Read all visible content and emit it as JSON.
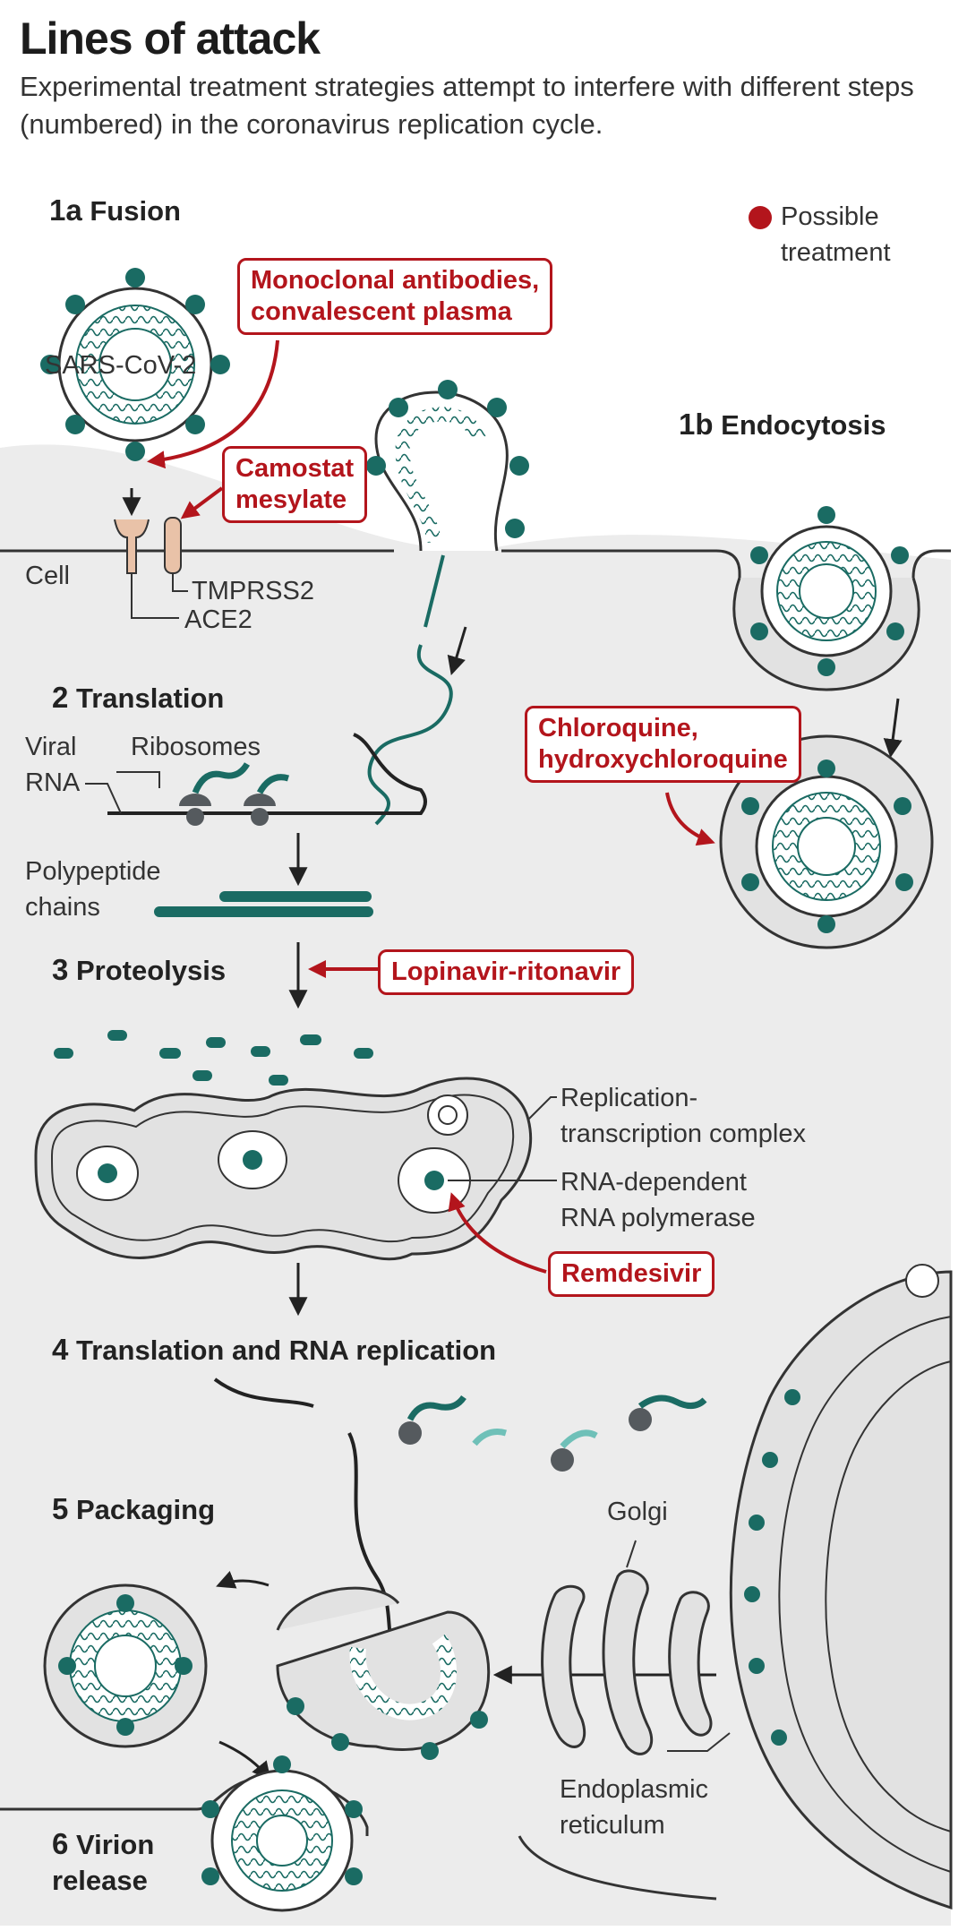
{
  "header": {
    "title": "Lines of attack",
    "subtitle": "Experimental treatment strategies attempt to interfere with different steps (numbered) in the coronavirus replication cycle."
  },
  "legend": {
    "line1": "Possible",
    "line2": "treatment",
    "color": "#b3151c"
  },
  "steps": {
    "s1a": {
      "num": "1a",
      "label": "Fusion"
    },
    "s1b": {
      "num": "1b",
      "label": "Endocytosis"
    },
    "s2": {
      "num": "2",
      "label": "Translation"
    },
    "s3": {
      "num": "3",
      "label": "Proteolysis"
    },
    "s4": {
      "num": "4",
      "label": "Translation and RNA replication"
    },
    "s5": {
      "num": "5",
      "label": "Packaging"
    },
    "s6": {
      "num": "6",
      "label_line1": "Virion",
      "label_line2": "release"
    }
  },
  "treatments": {
    "antibodies": {
      "line1": "Monoclonal antibodies,",
      "line2": "convalescent plasma"
    },
    "camostat": {
      "line1": "Camostat",
      "line2": "mesylate"
    },
    "chloroquine": {
      "line1": "Chloroquine,",
      "line2": "hydroxychloroquine"
    },
    "lopinavir": {
      "line1": "Lopinavir-ritonavir"
    },
    "remdesivir": {
      "line1": "Remdesivir"
    }
  },
  "labels": {
    "virus": "SARS-CoV-2",
    "cell": "Cell",
    "tmprss2": "TMPRSS2",
    "ace2": "ACE2",
    "viral_rna_1": "Viral",
    "viral_rna_2": "RNA",
    "ribosomes": "Ribosomes",
    "polypeptide_1": "Polypeptide",
    "polypeptide_2": "chains",
    "rtc_1": "Replication-",
    "rtc_2": "transcription complex",
    "rdrp_1": "RNA-dependent",
    "rdrp_2": "RNA polymerase",
    "golgi": "Golgi",
    "er_1": "Endoplasmic",
    "er_2": "reticulum"
  },
  "colors": {
    "accent": "#b3151c",
    "protein": "#1a6b63",
    "protein_light": "#6fc0b8",
    "ribosome": "#555a5e",
    "cytoplasm": "#ececec",
    "receptor": "#e9c2a8"
  }
}
